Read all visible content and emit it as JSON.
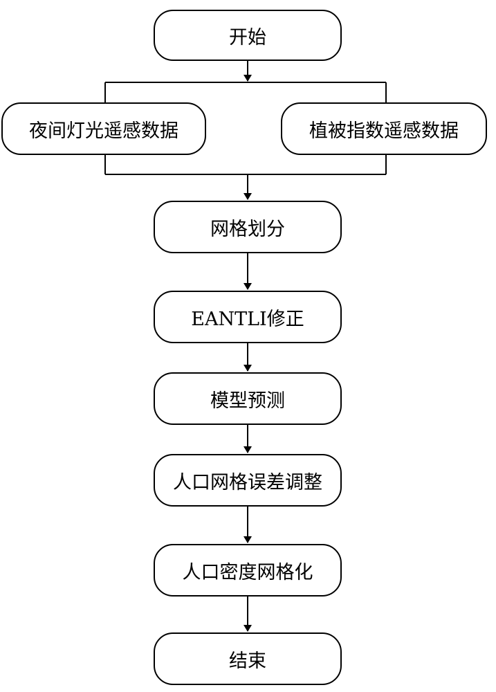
{
  "diagram": {
    "nodes": {
      "start": "开始",
      "night_light": "夜间灯光遥感数据",
      "vegetation": "植被指数遥感数据",
      "grid_division": "网格划分",
      "eantli": "EANTLI修正",
      "model": "模型预测",
      "adjust": "人口网格误差调整",
      "density": "人口密度网格化",
      "end": "结束"
    },
    "edges": [
      [
        "start",
        "night_light"
      ],
      [
        "start",
        "vegetation"
      ],
      [
        "night_light",
        "grid_division"
      ],
      [
        "vegetation",
        "grid_division"
      ],
      [
        "grid_division",
        "eantli"
      ],
      [
        "eantli",
        "model"
      ],
      [
        "model",
        "adjust"
      ],
      [
        "adjust",
        "density"
      ],
      [
        "density",
        "end"
      ]
    ]
  }
}
